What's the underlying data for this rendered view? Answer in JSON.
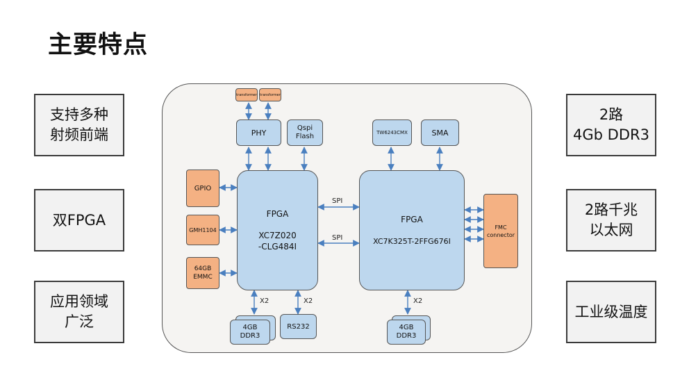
{
  "page": {
    "title": "主要特点"
  },
  "features_left": [
    "支持多种\n射频前端",
    "双FPGA",
    "应用领域\n广泛"
  ],
  "features_right": [
    "2路\n4Gb DDR3",
    "2路千兆\n以太网",
    "工业级温度"
  ],
  "diagram": {
    "transformers": [
      "transformer",
      "transformer"
    ],
    "phy": "PHY",
    "qspi": "Qspi\nFlash",
    "tw": "TW6243CMX",
    "sma": "SMA",
    "gpio": "GPIO",
    "gmh": "GMH1104",
    "emmc": "64GB\nEMMC",
    "fpga1": {
      "name": "FPGA",
      "part": "XC7Z020\n-CLG484I"
    },
    "fpga2": {
      "name": "FPGA",
      "part": "XC7K325T-2FFG676I"
    },
    "fmc": "FMC\nconnector",
    "spi_labels": [
      "SPI",
      "SPI"
    ],
    "ddr_left": "4GB\nDDR3",
    "rs232": "RS232",
    "ddr_right": "4GB\nDDR3",
    "x2_labels": [
      "X2",
      "X2",
      "X2"
    ]
  },
  "colors": {
    "block_blue": "#bdd7ee",
    "block_orange": "#f4b183",
    "arrow": "#4a7fbf"
  }
}
